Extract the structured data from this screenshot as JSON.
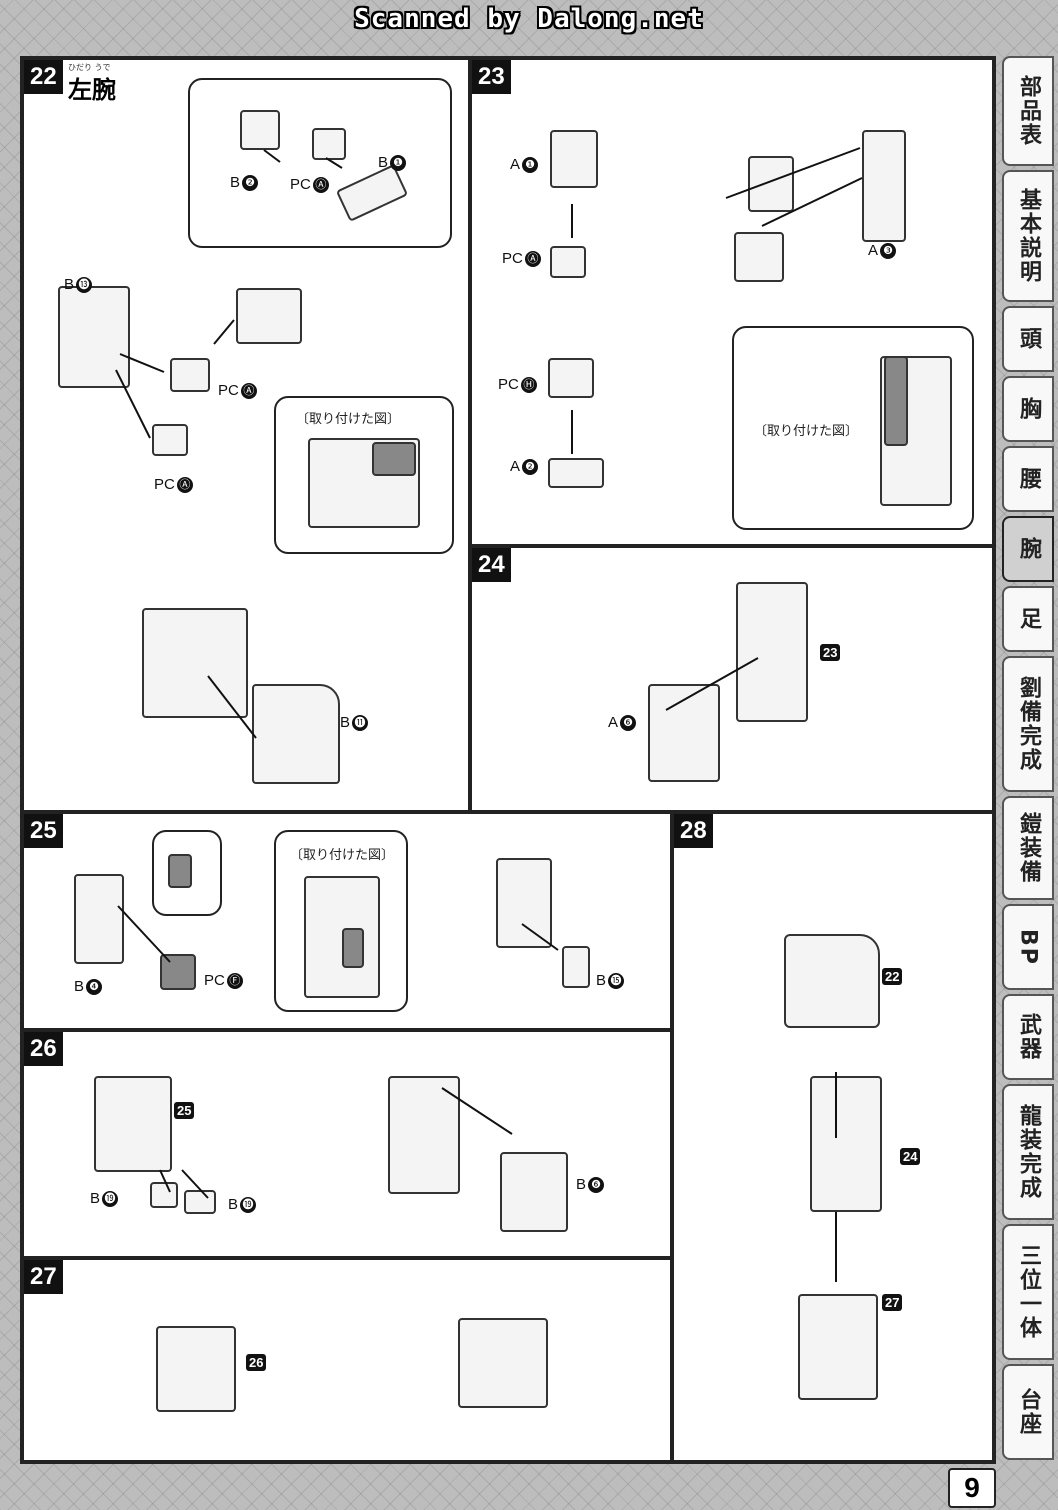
{
  "header": {
    "watermark": "Scanned by Dalong.net"
  },
  "page_number": "9",
  "labels": {
    "pc": "PC",
    "b": "B",
    "a": "A",
    "attached_view": "〔取り付けた図〕"
  },
  "steps": {
    "s22": {
      "number": "22",
      "title": "左腕",
      "ruby": "ひだり うで",
      "parts": {
        "b1": "❶",
        "b2": "❷",
        "pca": "Ⓐ",
        "b13": "⓭",
        "b11": "⓫"
      }
    },
    "s23": {
      "number": "23",
      "parts": {
        "a1": "❶",
        "pca": "Ⓐ",
        "pch": "Ⓗ",
        "a2": "❷",
        "a3": "❸"
      }
    },
    "s24": {
      "number": "24",
      "parts": {
        "a6": "❻",
        "ref": "23"
      }
    },
    "s25": {
      "number": "25",
      "parts": {
        "b4": "❹",
        "pcf": "Ⓕ",
        "b15": "⓯"
      }
    },
    "s26": {
      "number": "26",
      "parts": {
        "ref": "25",
        "b19a": "⓳",
        "b19b": "⓳",
        "b6": "❻"
      }
    },
    "s27": {
      "number": "27",
      "parts": {
        "ref": "26"
      }
    },
    "s28": {
      "number": "28",
      "parts": {
        "r22": "22",
        "r24": "24",
        "r27": "27"
      }
    }
  },
  "tabs": [
    {
      "label": "部品表",
      "active": false
    },
    {
      "label": "基本説明",
      "active": false
    },
    {
      "label": "頭",
      "active": false
    },
    {
      "label": "胸",
      "active": false
    },
    {
      "label": "腰",
      "active": false
    },
    {
      "label": "腕",
      "active": true
    },
    {
      "label": "足",
      "active": false
    },
    {
      "label": "劉備完成",
      "active": false
    },
    {
      "label": "鎧装備",
      "active": false
    },
    {
      "label": "BP",
      "active": false
    },
    {
      "label": "武器",
      "active": false
    },
    {
      "label": "龍装完成",
      "active": false
    },
    {
      "label": "三位一体",
      "active": false
    },
    {
      "label": "台座",
      "active": false
    }
  ]
}
